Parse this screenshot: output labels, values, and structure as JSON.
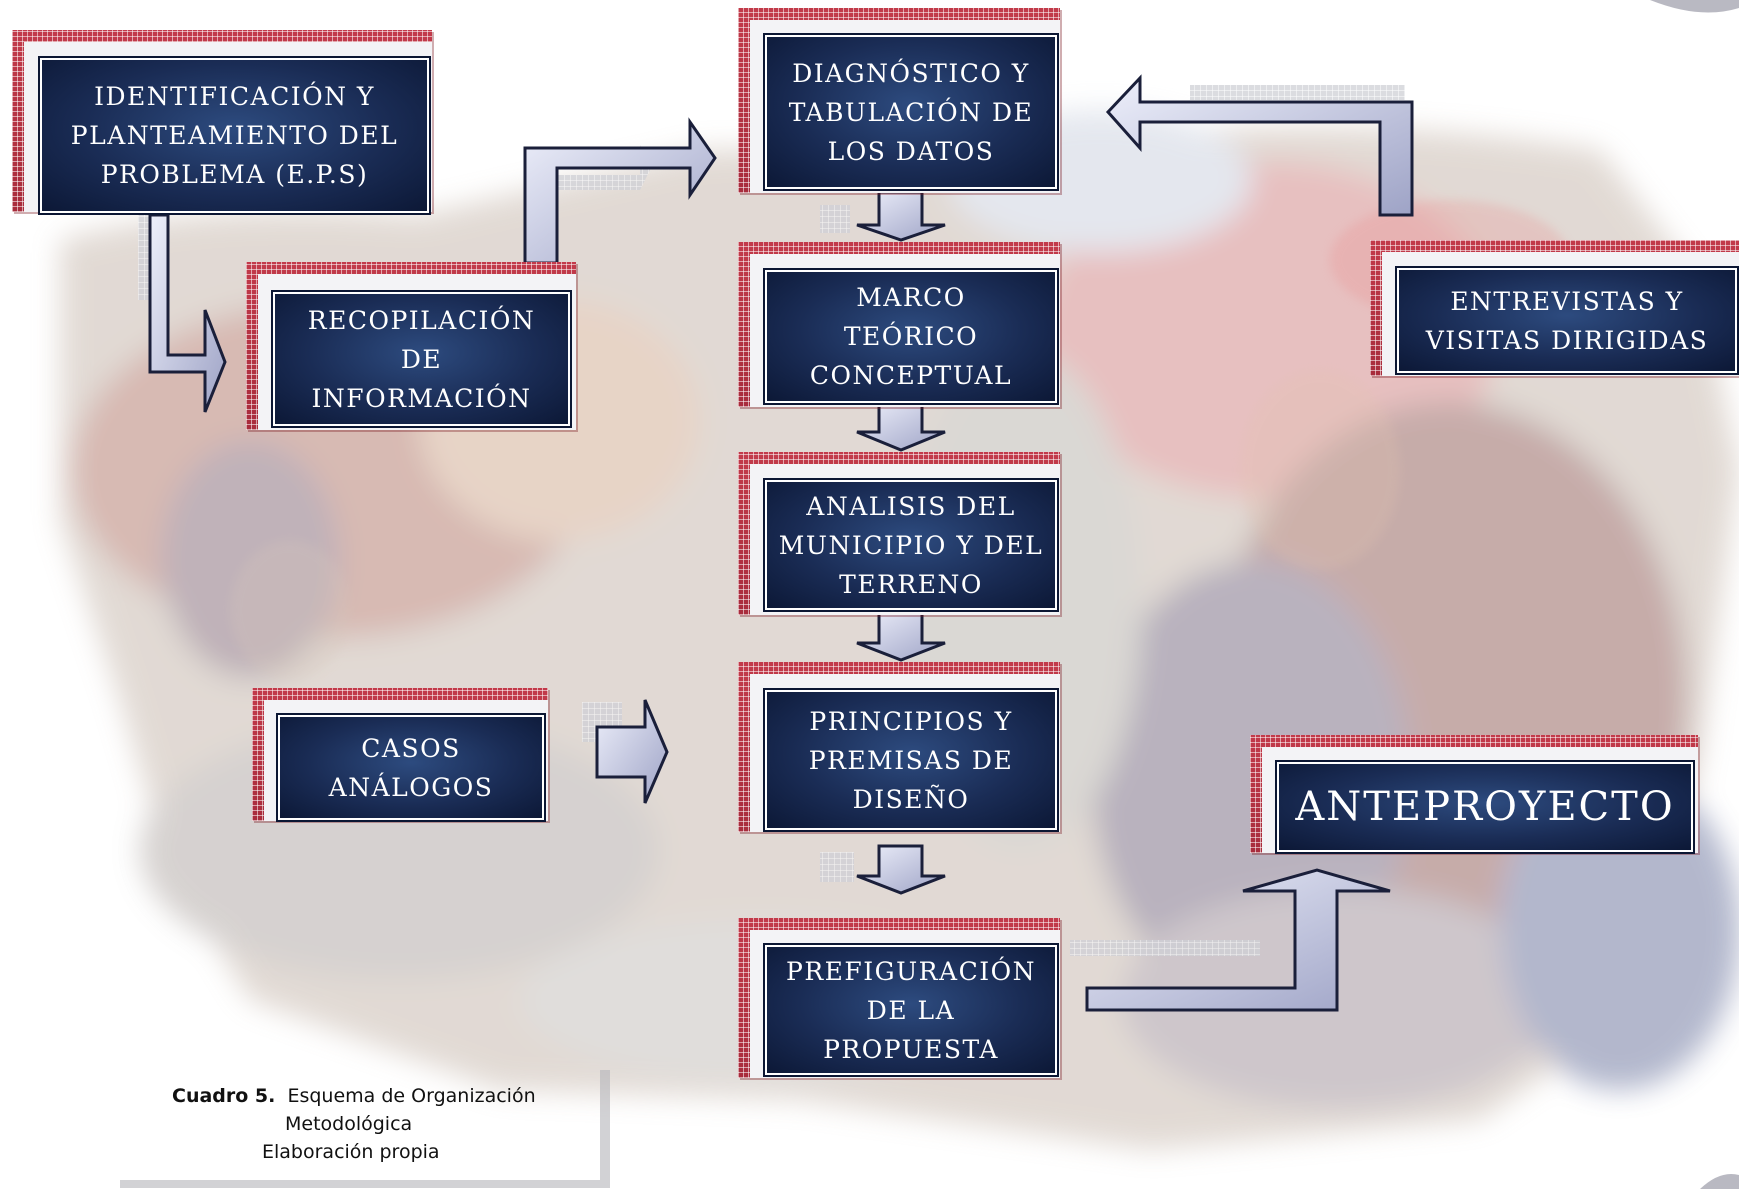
{
  "boxes": [
    {
      "id": "identificacion",
      "text": "IDENTIFICACIÓN Y\nPLANTEAMIENTO DEL\nPROBLEMA  (E.P.S)"
    },
    {
      "id": "recopilacion",
      "text": "RECOPILACIÓN\nDE\nINFORMACIÓN"
    },
    {
      "id": "diagnostico",
      "text": "DIAGNÓSTICO Y\nTABULACIÓN DE\nLOS DATOS"
    },
    {
      "id": "marco",
      "text": "MARCO\nTEÓRICO\nCONCEPTUAL"
    },
    {
      "id": "analisis",
      "text": "ANALISIS DEL\nMUNICIPIO Y DEL\nTERRENO"
    },
    {
      "id": "principios",
      "text": "PRINCIPIOS Y\nPREMISAS DE\nDISEÑO"
    },
    {
      "id": "prefiguracion",
      "text": "PREFIGURACIÓN\nDE LA\nPROPUESTA"
    },
    {
      "id": "entrevistas",
      "text": "ENTREVISTAS Y\nVISITAS DIRIGIDAS"
    },
    {
      "id": "casos",
      "text": "CASOS\nANÁLOGOS"
    },
    {
      "id": "anteproyecto",
      "text": "ANTEPROYECTO"
    }
  ],
  "caption": {
    "label": "Cuadro 5",
    "title_line1": "Esquema de Organización",
    "title_line2": "Metodológica",
    "source": "Elaboración propia"
  },
  "colors": {
    "box_fill": "#1a2c55",
    "box_frame": "#b23040",
    "arrow_fill": "#c9cadf",
    "arrow_stroke": "#1a1f3a"
  }
}
